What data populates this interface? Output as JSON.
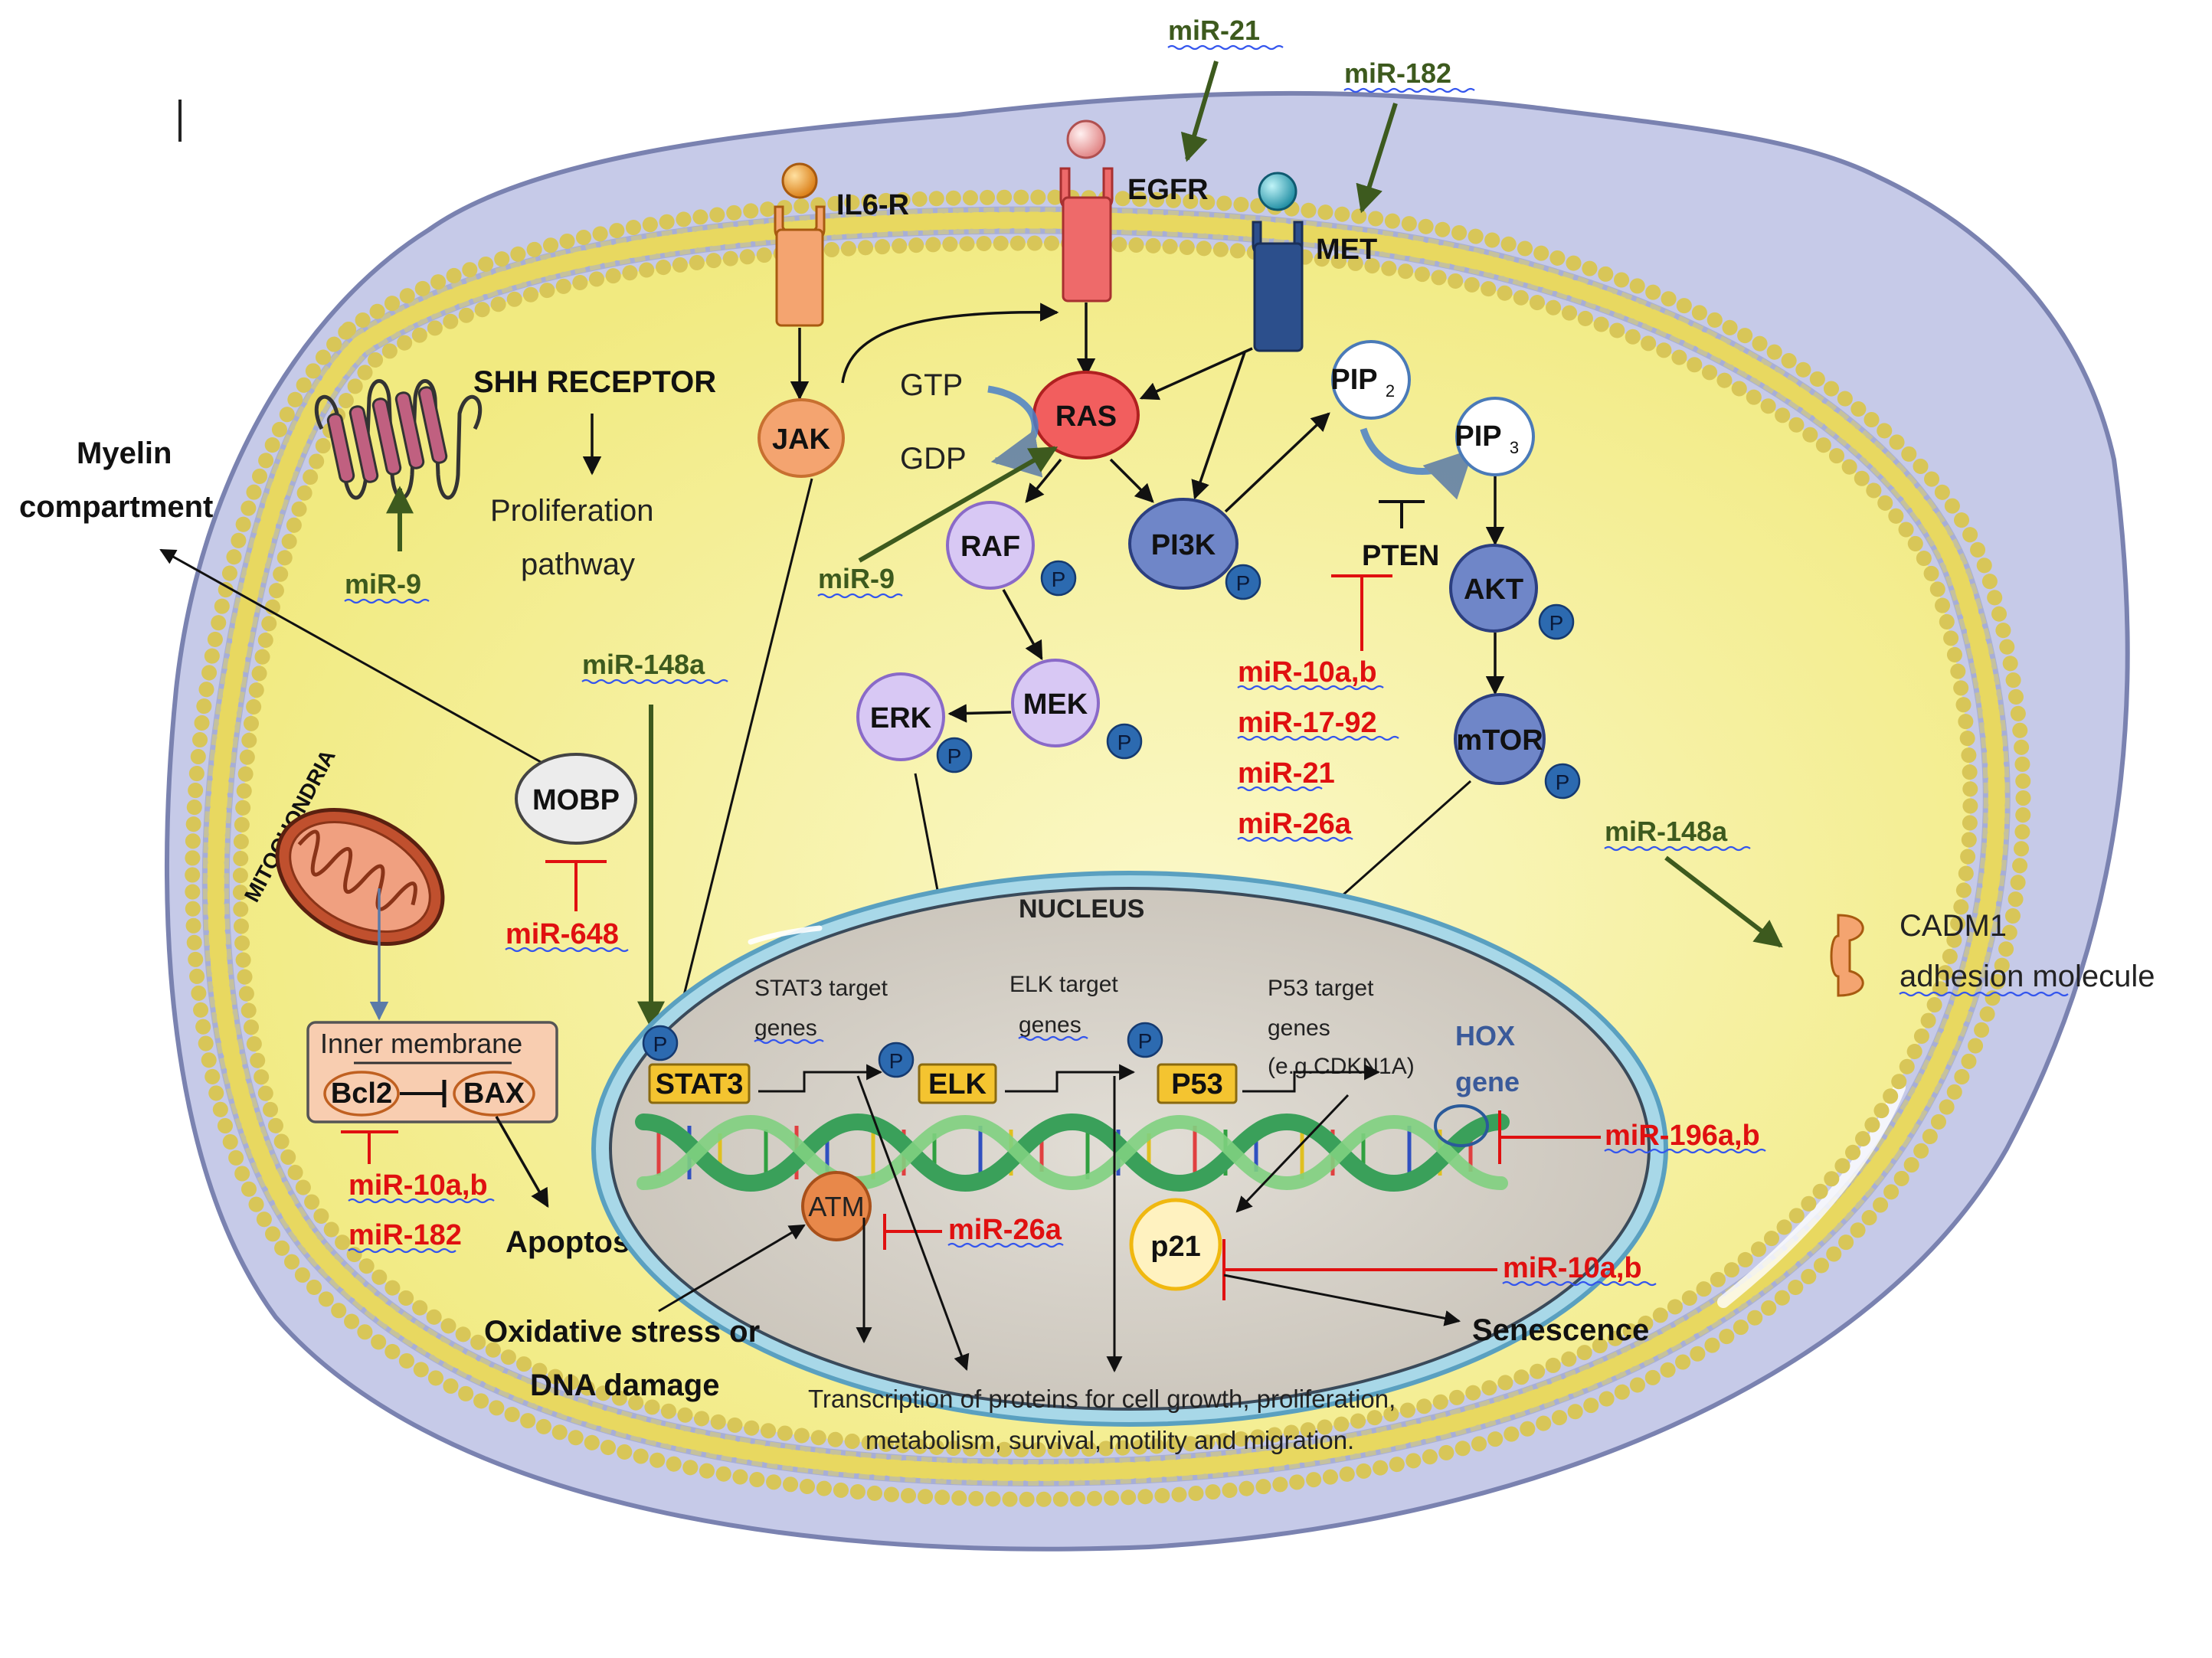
{
  "receptors": {
    "il6r": "IL6-R",
    "egfr": "EGFR",
    "met": "MET",
    "shh": "SHH RECEPTOR",
    "cadm1_line1": "CADM1",
    "cadm1_line2": "adhesion molecule"
  },
  "nodes": {
    "jak": "JAK",
    "ras": "RAS",
    "raf": "RAF",
    "pi3k": "PI3K",
    "mek": "MEK",
    "erk": "ERK",
    "pip2": "PIP",
    "pip2_sub": "2",
    "pip3": "PIP",
    "pip3_sub": "3",
    "pten": "PTEN",
    "akt": "AKT",
    "mtor": "mTOR",
    "mobp": "MOBP",
    "atm": "ATM",
    "p21": "p21",
    "bcl2": "Bcl2",
    "bax": "BAX",
    "stat3": "STAT3",
    "elk": "ELK",
    "p53": "P53",
    "phospho": "P"
  },
  "labels": {
    "gtp": "GTP",
    "gdp": "GDP",
    "proliferation_1": "Proliferation",
    "proliferation_2": "pathway",
    "myelin_1": "Myelin",
    "myelin_2": "compartment",
    "mitochondria": "MITOCHONDRIA",
    "inner_membrane": "Inner membrane",
    "apoptosis": "Apoptosis",
    "nucleus": "NUCLEUS",
    "stat3_target_1": "STAT3 target",
    "stat3_target_2": "genes",
    "elk_target_1": "ELK target",
    "elk_target_2": "genes",
    "p53_target_1": "P53 target",
    "p53_target_2": "genes",
    "p53_target_3": "(e.g.CDKN1A)",
    "hox_1": "HOX",
    "hox_2": "gene",
    "oxidative_1": "Oxidative stress or",
    "oxidative_2": "DNA damage",
    "senescence": "Senescence",
    "transcription_1": "Transcription of proteins for cell growth, proliferation,",
    "transcription_2": "metabolism, survival, motility and migration."
  },
  "mirnas": {
    "mir21_top": "miR-21",
    "mir182_top": "miR-182",
    "mir9_shh": "miR-9",
    "mir9_ras": "miR-9",
    "mir148a_left": "miR-148a",
    "mir148a_right": "miR-148a",
    "mir648": "miR-648",
    "mir10ab_pten": "miR-10a,b",
    "mir1792": "miR-17-92",
    "mir21_pten": "miR-21",
    "mir26a_pten": "miR-26a",
    "mir10ab_bcl2": "miR-10a,b",
    "mir182_bcl2": "miR-182",
    "mir26a_atm": "miR-26a",
    "mir196ab": "miR-196a,b",
    "mir10ab_p21": "miR-10a,b"
  },
  "colors": {
    "cell_outer": "#c6cae8",
    "cytoplasm": "#f8f4a0",
    "membrane_bead": "#f4e690",
    "mir_green": "#3d5a1e",
    "mir_red": "#e01010",
    "ras": "#f25e5e",
    "jak": "#f4a470",
    "mapk": "#d8c8f4",
    "pi3k_akt": "#6f86c8",
    "nucleus": "#d4cfc6",
    "gene_box": "#f4c430"
  }
}
